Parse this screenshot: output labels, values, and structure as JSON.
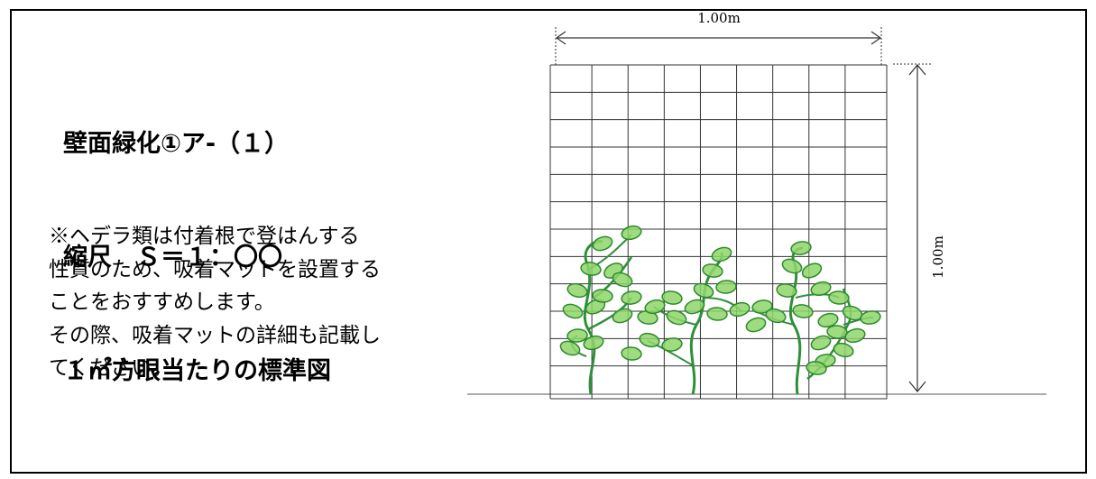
{
  "heading": {
    "line1": "壁面緑化①ア-（１）",
    "line2": "縮尺　Ｓ＝１：〇〇",
    "line3": "１㎡方眼当たりの標準図"
  },
  "note": {
    "line1": "※ヘデラ類は付着根で登はんする",
    "line2": "性質のため、吸着マットを設置する",
    "line3": "ことをおすすめします。",
    "line4": "その際、吸着マットの詳細も記載し",
    "line5": "てください。"
  },
  "dimensions": {
    "width_label": "1.00m",
    "height_label": "1.00m"
  },
  "grid": {
    "columns": 9,
    "rows": 12
  },
  "colors": {
    "leaf": "#8ed66a",
    "leaf_stroke": "#2d8a2d",
    "stem": "#2f8f3a"
  }
}
